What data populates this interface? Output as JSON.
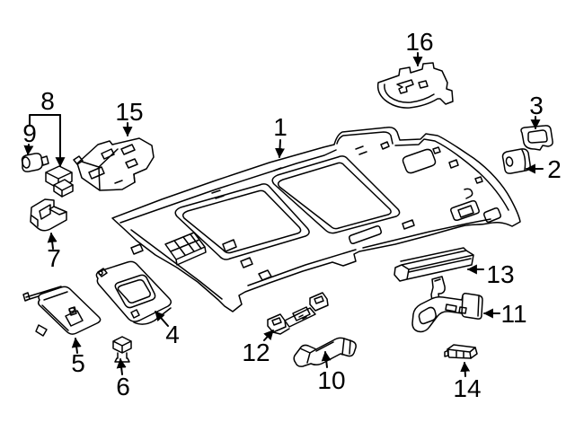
{
  "diagram": {
    "background_color": "#ffffff",
    "line_color": "#000000",
    "callouts": [
      {
        "num": "1"
      },
      {
        "num": "2"
      },
      {
        "num": "3"
      },
      {
        "num": "4"
      },
      {
        "num": "5"
      },
      {
        "num": "6"
      },
      {
        "num": "7"
      },
      {
        "num": "8"
      },
      {
        "num": "9"
      },
      {
        "num": "10"
      },
      {
        "num": "11"
      },
      {
        "num": "12"
      },
      {
        "num": "13"
      },
      {
        "num": "14"
      },
      {
        "num": "15"
      },
      {
        "num": "16"
      }
    ]
  }
}
